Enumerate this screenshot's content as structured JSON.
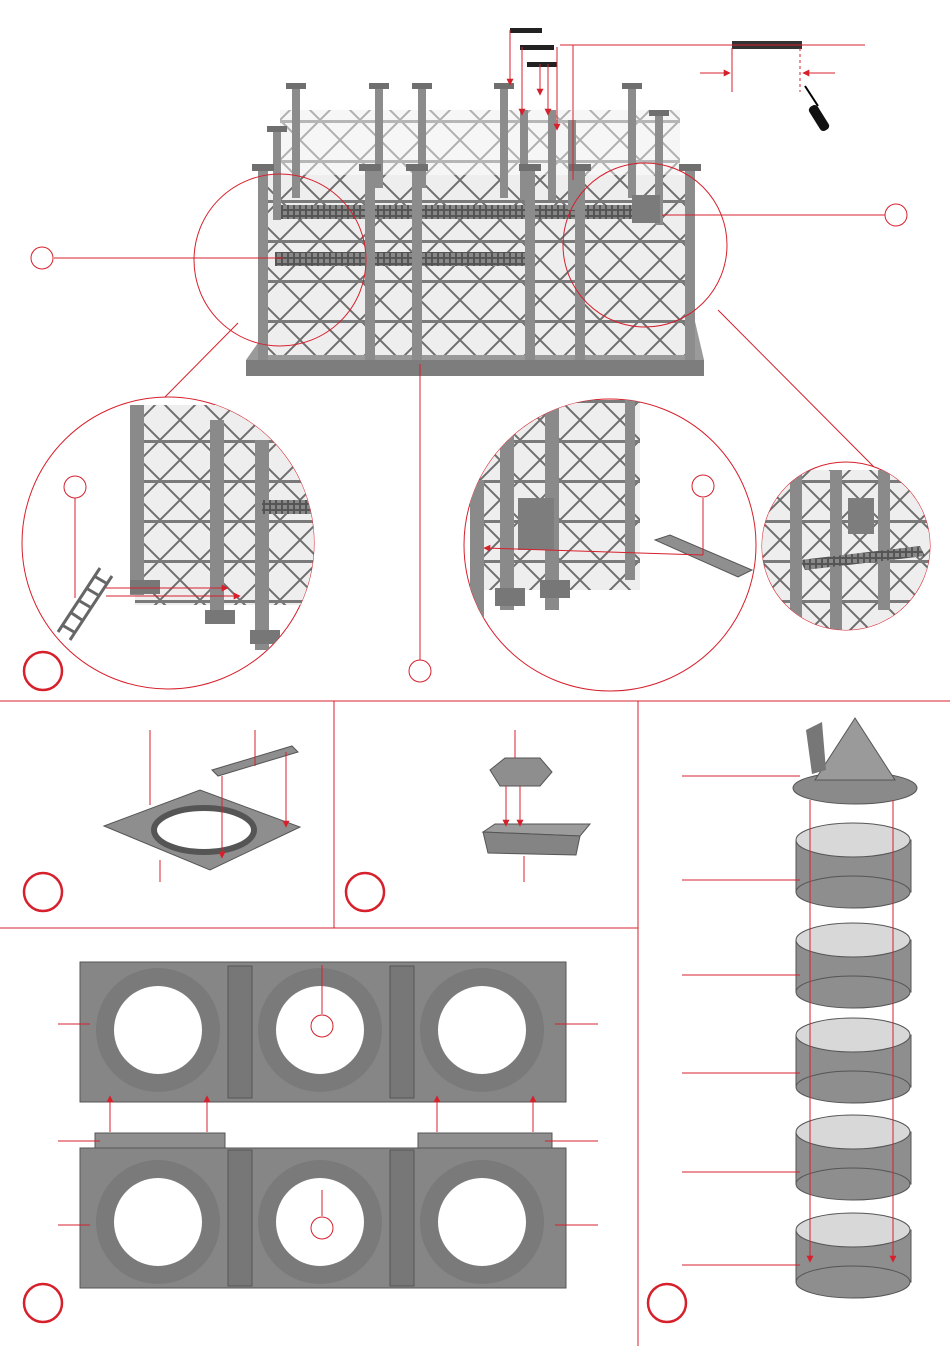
{
  "sheet": {
    "accent_color": "#d6202c",
    "part_color": "#8a8a8a",
    "steps": [
      {
        "id": "top-left",
        "number": ""
      },
      {
        "id": "middle-left",
        "number": ""
      },
      {
        "id": "middle-center",
        "number": ""
      },
      {
        "id": "right-column",
        "number": ""
      },
      {
        "id": "bottom-left",
        "number": ""
      }
    ],
    "callouts": [
      "",
      "",
      "",
      "",
      "",
      "",
      ""
    ],
    "illustrations": [
      "steel-tower-structure",
      "staircase-detail",
      "walkway-detail",
      "control-box-detail",
      "floor-plate-assembly",
      "box-assembly",
      "cone-and-rings-stack",
      "bin-floor-plates"
    ]
  }
}
